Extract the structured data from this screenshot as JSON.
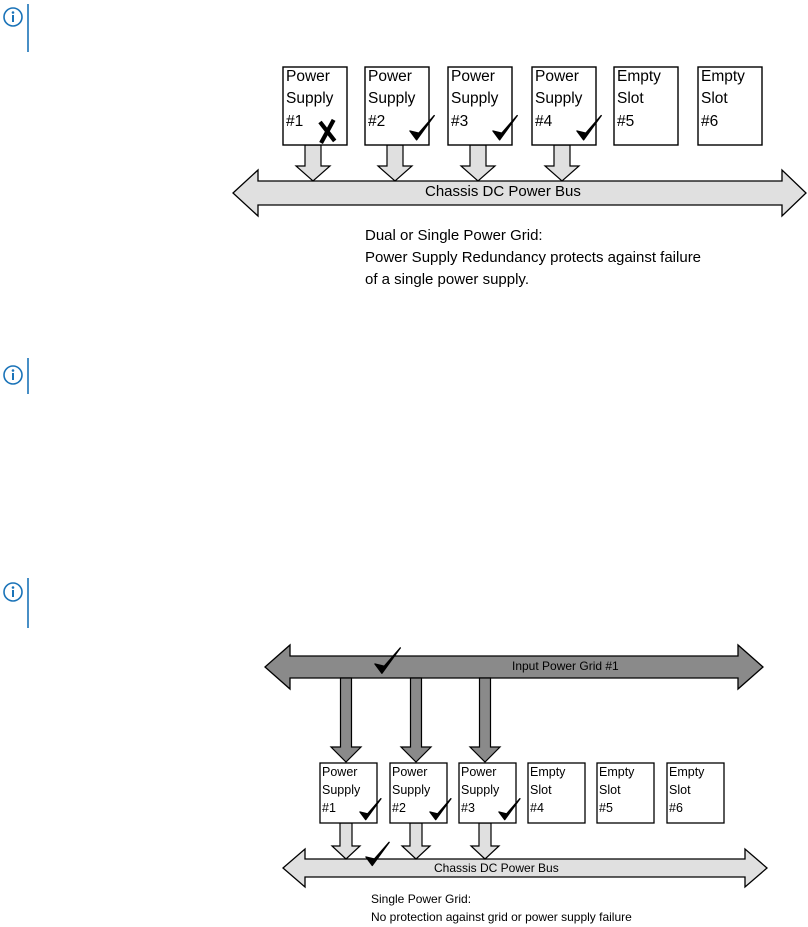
{
  "notes": [
    {
      "icon": "info-icon"
    },
    {
      "icon": "info-icon"
    },
    {
      "icon": "info-icon"
    }
  ],
  "diagram1": {
    "boxes": [
      {
        "line1": "Power",
        "line2": "Supply",
        "line3": "#1",
        "status": "fail"
      },
      {
        "line1": "Power",
        "line2": "Supply",
        "line3": "#2",
        "status": "ok"
      },
      {
        "line1": "Power",
        "line2": "Supply",
        "line3": "#3",
        "status": "ok"
      },
      {
        "line1": "Power",
        "line2": "Supply",
        "line3": "#4",
        "status": "ok"
      },
      {
        "line1": "Empty",
        "line2": "Slot",
        "line3": "#5",
        "status": "none"
      },
      {
        "line1": "Empty",
        "line2": "Slot",
        "line3": "#6",
        "status": "none"
      }
    ],
    "bus_label": "Chassis DC Power Bus",
    "caption_lines": [
      "Dual or Single Power Grid:",
      "Power Supply Redundancy protects against failure",
      "of a single power supply."
    ]
  },
  "diagram2": {
    "grid_label": "Input Power Grid #1",
    "boxes": [
      {
        "line1": "Power",
        "line2": "Supply",
        "line3": "#1",
        "status": "ok"
      },
      {
        "line1": "Power",
        "line2": "Supply",
        "line3": "#2",
        "status": "ok"
      },
      {
        "line1": "Power",
        "line2": "Supply",
        "line3": "#3",
        "status": "ok"
      },
      {
        "line1": "Empty",
        "line2": "Slot",
        "line3": "#4",
        "status": "none"
      },
      {
        "line1": "Empty",
        "line2": "Slot",
        "line3": "#5",
        "status": "none"
      },
      {
        "line1": "Empty",
        "line2": "Slot",
        "line3": "#6",
        "status": "none"
      }
    ],
    "bus_label": "Chassis DC Power Bus",
    "caption_lines": [
      "Single Power Grid:",
      "No protection against grid or power supply failure"
    ]
  },
  "colors": {
    "bus_fill": "#e0e0e0",
    "grid_fill": "#8a8a8a",
    "stroke": "#000000",
    "note_icon": "#1a73b8"
  }
}
